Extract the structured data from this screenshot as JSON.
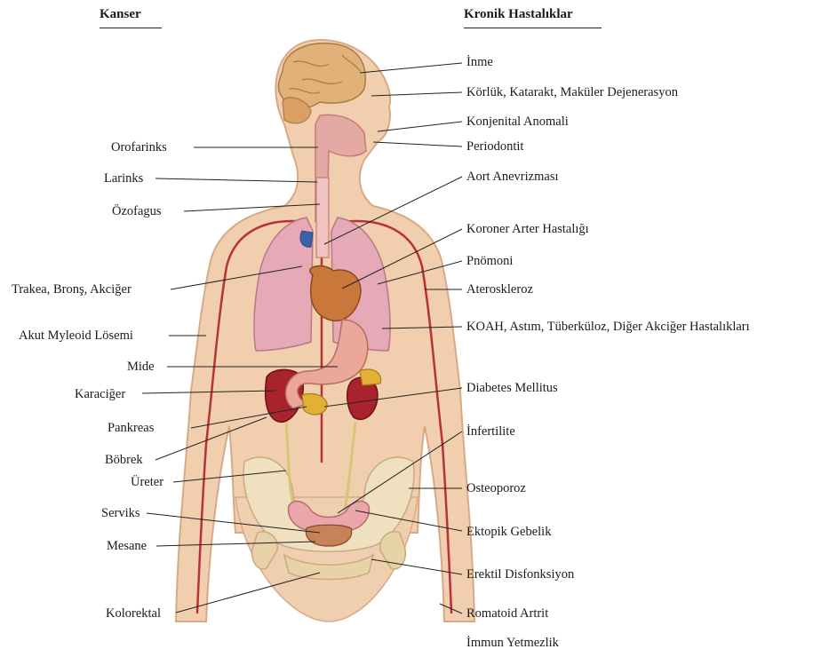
{
  "headings": {
    "cancer": "Kanser",
    "chronic": "Kronik Hastalıklar"
  },
  "cancer_labels": [
    "Orofarinks",
    "Larinks",
    "Özofagus",
    "Trakea, Bronş, Akciğer",
    "Akut Myleoid Lösemi",
    "Mide",
    "Karaciğer",
    "Pankreas",
    "Böbrek",
    "Üreter",
    "Serviks",
    "Mesane",
    "Kolorektal"
  ],
  "chronic_labels": [
    "İnme",
    "Körlük, Katarakt, Maküler Dejenerasyon",
    "Konjenital Anomali",
    "Periodontit",
    "Aort Anevrizması",
    "Koroner Arter Hastalığı",
    "Pnömoni",
    "Ateroskleroz",
    "KOAH, Astım, Tüberküloz, Diğer Akciğer Hastalıkları",
    "Diabetes Mellitus",
    "İnfertilite",
    "Osteoporoz",
    "Ektopik Gebelik",
    "Erektil Disfonksiyon",
    "Romatoid Artrit",
    "İmmun Yetmezlik"
  ],
  "colors": {
    "skin": "#f1cfae",
    "skin_outline": "#d9a986",
    "lung": "#e6a9b7",
    "heart": "#c9773a",
    "liver_kidney": "#a8232b",
    "stomach": "#eaa79a",
    "brain": "#e0b27a",
    "bone": "#efe1bf",
    "vessel": "#b8313a",
    "leader_line": "#222222"
  }
}
